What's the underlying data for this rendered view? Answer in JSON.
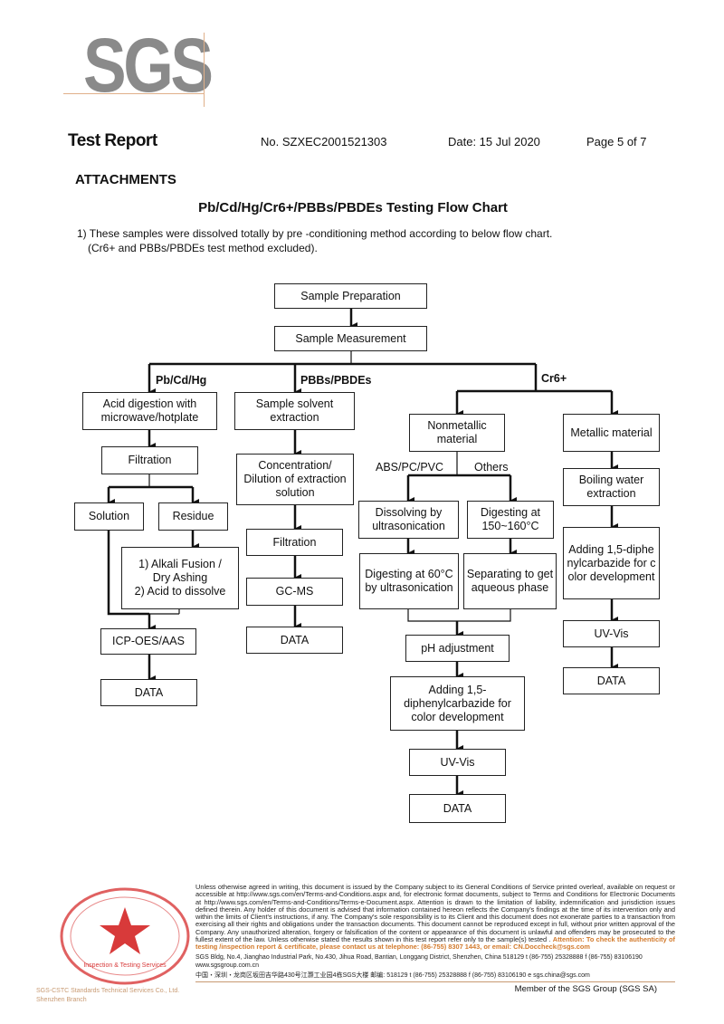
{
  "header": {
    "logo": "SGS",
    "title": "Test Report",
    "report_no": "No. SZXEC2001521303",
    "date": "Date: 15 Jul 2020",
    "page": "Page 5 of 7"
  },
  "section": "ATTACHMENTS",
  "chart_title": "Pb/Cd/Hg/Cr6+/PBBs/PBDEs Testing Flow Chart",
  "note_line1": "1) These samples were dissolved totally by pre -conditioning method according to below flow chart.",
  "note_line2": "(Cr6+ and PBBs/PBDEs test method excluded).",
  "flow": {
    "sample_preparation": "Sample Preparation",
    "sample_measurement": "Sample Measurement",
    "branch_labels": {
      "pbcdhg": "Pb/Cd/Hg",
      "pbbs": "PBBs/PBDEs",
      "cr": "Cr6+",
      "abs": "ABS/PC/PVC",
      "others": "Others"
    },
    "pbcdhg": {
      "acid": "Acid digestion with microwave/hotplate",
      "filtration": "Filtration",
      "solution": "Solution",
      "residue": "Residue",
      "alkali": [
        "1) Alkali Fusion /",
        "Dry Ashing",
        "2) Acid to dissolve"
      ],
      "icp": "ICP-OES/AAS",
      "data": "DATA"
    },
    "pbbs": {
      "extraction": "Sample solvent extraction",
      "concentration": "Concentration/ Dilution of extraction solution",
      "filtration": "Filtration",
      "gcms": "GC-MS",
      "data": "DATA"
    },
    "cr_nonmetal": {
      "material": "Nonmetallic material",
      "dissolving": "Dissolving by ultrasonication",
      "digest150": "Digesting at 150~160°C",
      "digest60": "Digesting at 60°C by ultrasonication",
      "separating": "Separating to get aqueous phase",
      "ph": "pH adjustment",
      "adding": "Adding 1,5-diphenylcarbazide for color development",
      "uvvis": "UV-Vis",
      "data": "DATA"
    },
    "cr_metal": {
      "material": "Metallic material",
      "boiling": "Boiling water extraction",
      "adding": "Adding 1,5-diphenylcarbazide for color development",
      "uvvis": "UV-Vis",
      "data": "DATA"
    }
  },
  "footer": {
    "seal_text": "Inspection & Testing Services",
    "company_left1": "SGS-CSTC Standards Technical Services Co., Ltd.",
    "company_left2": "Shenzhen Branch",
    "legal": "Unless otherwise agreed in writing, this document is issued by the Company subject to its General Conditions of Service printed overleaf, available on request or accessible at http://www.sgs.com/en/Terms-and-Conditions.aspx and, for electronic format documents, subject to Terms and Conditions for Electronic Documents at http://www.sgs.com/en/Terms-and-Conditions/Terms-e-Document.aspx. Attention is drawn to the limitation of liability, indemnification and jurisdiction issues defined therein. Any holder of this document is advised that information contained hereon reflects the Company's findings at the time of its intervention only and within the limits of Client's instructions, if any. The Company's sole responsibility is to its Client and this document does not exonerate parties to a transaction from exercising all their rights and obligations under the transaction documents. This document cannot be reproduced except in full, without prior written approval of the Company. Any unauthorized alteration, forgery or falsification of the content or appearance of this document is unlawful and offenders may be prosecuted to the fullest extent of the law. Unless otherwise stated the results shown in this test report refer only to the sample(s) tested .",
    "attention": "Attention: To check the authenticity of testing /inspection report & certificate, please contact us at telephone: (86-755) 8307 1443, or email: CN.Doccheck@sgs.com",
    "addr_en": "SGS Bldg, No.4, Jianghao Industrial Park, No.430, Jihua Road, Bantian, Longgang District, Shenzhen, China 518129   t (86-755) 25328888   f (86-755) 83106190   www.sgsgroup.com.cn",
    "addr_cn": "中国・深圳・龙岗区坂田吉华路430号江灏工业园4栋SGS大楼   邮编: 518129   t (86-755) 25328888   f (86-755) 83106190   e sgs.china@sgs.com",
    "member": "Member of the SGS Group (SGS SA)"
  },
  "colors": {
    "logo": "#8a8a8a",
    "accent": "#d27a2c",
    "seal": "#d83a3a"
  }
}
